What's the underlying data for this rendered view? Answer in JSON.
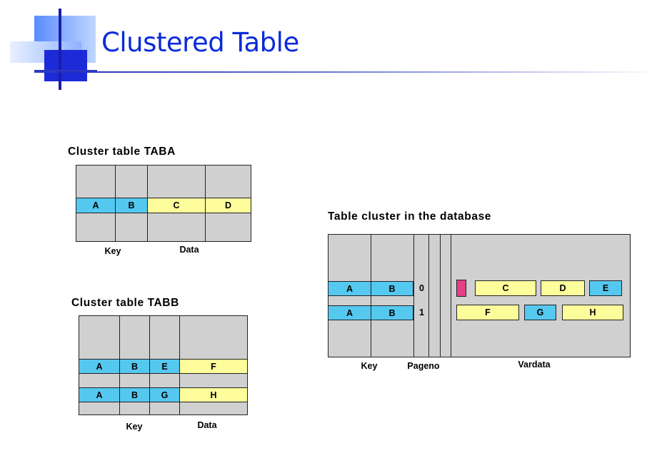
{
  "title": "Clustered Table",
  "colors": {
    "title": "#0b2bd9",
    "key_cell": "#55c8f0",
    "data_cell": "#fdfd9c",
    "marker": "#e63f86",
    "frame": "#d0d0d0"
  },
  "taba": {
    "caption": "Cluster table TABA",
    "key_label": "Key",
    "data_label": "Data",
    "row": [
      "A",
      "B",
      "C",
      "D"
    ]
  },
  "tabb": {
    "caption": "Cluster table TABB",
    "key_label": "Key",
    "data_label": "Data",
    "rows": [
      [
        "A",
        "B",
        "E",
        "F"
      ],
      [
        "A",
        "B",
        "G",
        "H"
      ]
    ]
  },
  "cluster": {
    "caption": "Table cluster in the database",
    "key_label": "Key",
    "pageno_label": "Pageno",
    "vardata_label": "Vardata",
    "rows": [
      {
        "key": [
          "A",
          "B"
        ],
        "pageno": "0",
        "vardata": [
          "C",
          "D",
          "E"
        ]
      },
      {
        "key": [
          "A",
          "B"
        ],
        "pageno": "1",
        "vardata": [
          "F",
          "G",
          "H"
        ]
      }
    ]
  }
}
